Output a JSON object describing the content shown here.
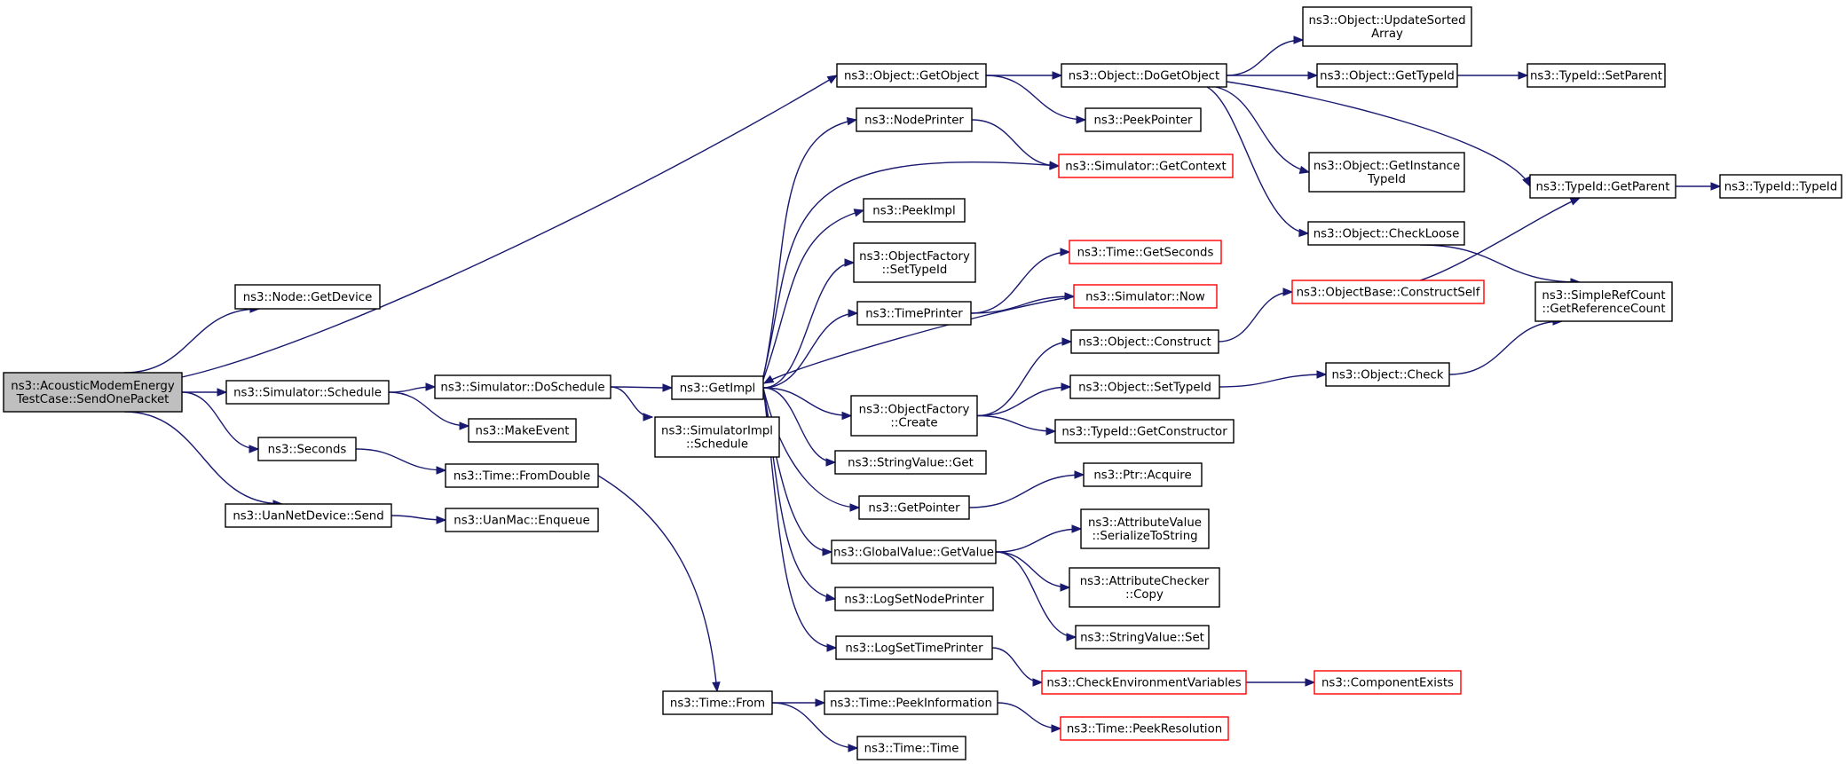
{
  "title": "",
  "colors": {
    "edge": "#191970",
    "node_border": "#000000",
    "truncated_border": "#ff0000",
    "root_fill": "#bfbfbf",
    "node_fill": "#ffffff"
  },
  "nodes": [
    {
      "id": "root",
      "lines": [
        "ns3::AcousticModemEnergy",
        "TestCase::SendOnePacket"
      ],
      "kind": "root"
    },
    {
      "id": "getdevice",
      "lines": [
        "ns3::Node::GetDevice"
      ],
      "kind": "normal"
    },
    {
      "id": "schedule",
      "lines": [
        "ns3::Simulator::Schedule"
      ],
      "kind": "normal"
    },
    {
      "id": "seconds",
      "lines": [
        "ns3::Seconds"
      ],
      "kind": "normal"
    },
    {
      "id": "uansend",
      "lines": [
        "ns3::UanNetDevice::Send"
      ],
      "kind": "normal"
    },
    {
      "id": "getobject",
      "lines": [
        "ns3::Object::GetObject"
      ],
      "kind": "normal"
    },
    {
      "id": "doschedule",
      "lines": [
        "ns3::Simulator::DoSchedule"
      ],
      "kind": "normal"
    },
    {
      "id": "makeevent",
      "lines": [
        "ns3::MakeEvent"
      ],
      "kind": "normal"
    },
    {
      "id": "fromdouble",
      "lines": [
        "ns3::Time::FromDouble"
      ],
      "kind": "normal"
    },
    {
      "id": "enqueue",
      "lines": [
        "ns3::UanMac::Enqueue"
      ],
      "kind": "normal"
    },
    {
      "id": "getimpl",
      "lines": [
        "ns3::GetImpl"
      ],
      "kind": "normal"
    },
    {
      "id": "simimplschedule",
      "lines": [
        "ns3::SimulatorImpl",
        "::Schedule"
      ],
      "kind": "normal"
    },
    {
      "id": "timefrom",
      "lines": [
        "ns3::Time::From"
      ],
      "kind": "normal"
    },
    {
      "id": "nodeprinter",
      "lines": [
        "ns3::NodePrinter"
      ],
      "kind": "normal"
    },
    {
      "id": "peekimpl",
      "lines": [
        "ns3::PeekImpl"
      ],
      "kind": "normal"
    },
    {
      "id": "ofsettypeid",
      "lines": [
        "ns3::ObjectFactory",
        "::SetTypeId"
      ],
      "kind": "normal"
    },
    {
      "id": "timeprinter",
      "lines": [
        "ns3::TimePrinter"
      ],
      "kind": "normal"
    },
    {
      "id": "ofcreate",
      "lines": [
        "ns3::ObjectFactory",
        "::Create"
      ],
      "kind": "normal"
    },
    {
      "id": "svget",
      "lines": [
        "ns3::StringValue::Get"
      ],
      "kind": "normal"
    },
    {
      "id": "getpointer",
      "lines": [
        "ns3::GetPointer"
      ],
      "kind": "normal"
    },
    {
      "id": "gvgetvalue",
      "lines": [
        "ns3::GlobalValue::GetValue"
      ],
      "kind": "normal"
    },
    {
      "id": "logsetnodeprinter",
      "lines": [
        "ns3::LogSetNodePrinter"
      ],
      "kind": "normal"
    },
    {
      "id": "logsettimeprinter",
      "lines": [
        "ns3::LogSetTimePrinter"
      ],
      "kind": "normal"
    },
    {
      "id": "peekinformation",
      "lines": [
        "ns3::Time::PeekInformation"
      ],
      "kind": "normal"
    },
    {
      "id": "timetime",
      "lines": [
        "ns3::Time::Time"
      ],
      "kind": "normal"
    },
    {
      "id": "dogetobject",
      "lines": [
        "ns3::Object::DoGetObject"
      ],
      "kind": "normal"
    },
    {
      "id": "peekpointer",
      "lines": [
        "ns3::PeekPointer"
      ],
      "kind": "normal"
    },
    {
      "id": "getcontext",
      "lines": [
        "ns3::Simulator::GetContext"
      ],
      "kind": "truncated"
    },
    {
      "id": "getseconds",
      "lines": [
        "ns3::Time::GetSeconds"
      ],
      "kind": "truncated"
    },
    {
      "id": "simnow",
      "lines": [
        "ns3::Simulator::Now"
      ],
      "kind": "truncated"
    },
    {
      "id": "objconstruct",
      "lines": [
        "ns3::Object::Construct"
      ],
      "kind": "normal"
    },
    {
      "id": "objsettypeid",
      "lines": [
        "ns3::Object::SetTypeId"
      ],
      "kind": "normal"
    },
    {
      "id": "getconstructor",
      "lines": [
        "ns3::TypeId::GetConstructor"
      ],
      "kind": "normal"
    },
    {
      "id": "ptracquire",
      "lines": [
        "ns3::Ptr::Acquire"
      ],
      "kind": "normal"
    },
    {
      "id": "avserialize",
      "lines": [
        "ns3::AttributeValue",
        "::SerializeToString"
      ],
      "kind": "normal"
    },
    {
      "id": "accopy",
      "lines": [
        "ns3::AttributeChecker",
        "::Copy"
      ],
      "kind": "normal"
    },
    {
      "id": "svset",
      "lines": [
        "ns3::StringValue::Set"
      ],
      "kind": "normal"
    },
    {
      "id": "checkenv",
      "lines": [
        "ns3::CheckEnvironmentVariables"
      ],
      "kind": "truncated"
    },
    {
      "id": "peekresolution",
      "lines": [
        "ns3::Time::PeekResolution"
      ],
      "kind": "truncated"
    },
    {
      "id": "updatesorted",
      "lines": [
        "ns3::Object::UpdateSorted",
        "Array"
      ],
      "kind": "normal"
    },
    {
      "id": "objgettypeid",
      "lines": [
        "ns3::Object::GetTypeId"
      ],
      "kind": "normal"
    },
    {
      "id": "getinstancetypeid",
      "lines": [
        "ns3::Object::GetInstance",
        "TypeId"
      ],
      "kind": "normal"
    },
    {
      "id": "checkloose",
      "lines": [
        "ns3::Object::CheckLoose"
      ],
      "kind": "normal"
    },
    {
      "id": "constructself",
      "lines": [
        "ns3::ObjectBase::ConstructSelf"
      ],
      "kind": "truncated"
    },
    {
      "id": "objcheck",
      "lines": [
        "ns3::Object::Check"
      ],
      "kind": "normal"
    },
    {
      "id": "componentexists",
      "lines": [
        "ns3::ComponentExists"
      ],
      "kind": "truncated"
    },
    {
      "id": "setparent",
      "lines": [
        "ns3::TypeId::SetParent"
      ],
      "kind": "normal"
    },
    {
      "id": "getparent",
      "lines": [
        "ns3::TypeId::GetParent"
      ],
      "kind": "normal"
    },
    {
      "id": "getrefcount",
      "lines": [
        "ns3::SimpleRefCount",
        "::GetReferenceCount"
      ],
      "kind": "normal"
    },
    {
      "id": "typeidtypeid",
      "lines": [
        "ns3::TypeId::TypeId"
      ],
      "kind": "normal"
    }
  ],
  "edges": [
    [
      "root",
      "getdevice"
    ],
    [
      "root",
      "schedule"
    ],
    [
      "root",
      "seconds"
    ],
    [
      "root",
      "uansend"
    ],
    [
      "root",
      "getobject"
    ],
    [
      "schedule",
      "doschedule"
    ],
    [
      "schedule",
      "makeevent"
    ],
    [
      "seconds",
      "fromdouble"
    ],
    [
      "uansend",
      "enqueue"
    ],
    [
      "getobject",
      "dogetobject"
    ],
    [
      "getobject",
      "peekpointer"
    ],
    [
      "doschedule",
      "getimpl"
    ],
    [
      "doschedule",
      "simimplschedule"
    ],
    [
      "fromdouble",
      "timefrom"
    ],
    [
      "timefrom",
      "peekinformation"
    ],
    [
      "timefrom",
      "timetime"
    ],
    [
      "peekinformation",
      "peekresolution"
    ],
    [
      "getimpl",
      "nodeprinter"
    ],
    [
      "getimpl",
      "getcontext"
    ],
    [
      "getimpl",
      "peekimpl"
    ],
    [
      "getimpl",
      "ofsettypeid"
    ],
    [
      "getimpl",
      "timeprinter"
    ],
    [
      "getimpl",
      "ofcreate"
    ],
    [
      "getimpl",
      "svget"
    ],
    [
      "getimpl",
      "getpointer"
    ],
    [
      "getimpl",
      "gvgetvalue"
    ],
    [
      "getimpl",
      "logsetnodeprinter"
    ],
    [
      "getimpl",
      "logsettimeprinter"
    ],
    [
      "nodeprinter",
      "getcontext"
    ],
    [
      "timeprinter",
      "getseconds"
    ],
    [
      "timeprinter",
      "simnow"
    ],
    [
      "simnow",
      "getimpl"
    ],
    [
      "ofcreate",
      "objconstruct"
    ],
    [
      "ofcreate",
      "objsettypeid"
    ],
    [
      "ofcreate",
      "getconstructor"
    ],
    [
      "getpointer",
      "ptracquire"
    ],
    [
      "gvgetvalue",
      "avserialize"
    ],
    [
      "gvgetvalue",
      "accopy"
    ],
    [
      "gvgetvalue",
      "svset"
    ],
    [
      "logsettimeprinter",
      "checkenv"
    ],
    [
      "checkenv",
      "componentexists"
    ],
    [
      "objconstruct",
      "constructself"
    ],
    [
      "objsettypeid",
      "objcheck"
    ],
    [
      "dogetobject",
      "updatesorted"
    ],
    [
      "dogetobject",
      "objgettypeid"
    ],
    [
      "dogetobject",
      "getinstancetypeid"
    ],
    [
      "dogetobject",
      "checkloose"
    ],
    [
      "dogetobject",
      "getparent"
    ],
    [
      "objgettypeid",
      "setparent"
    ],
    [
      "constructself",
      "getparent"
    ],
    [
      "checkloose",
      "getrefcount"
    ],
    [
      "objcheck",
      "getrefcount"
    ],
    [
      "getparent",
      "typeidtypeid"
    ]
  ]
}
